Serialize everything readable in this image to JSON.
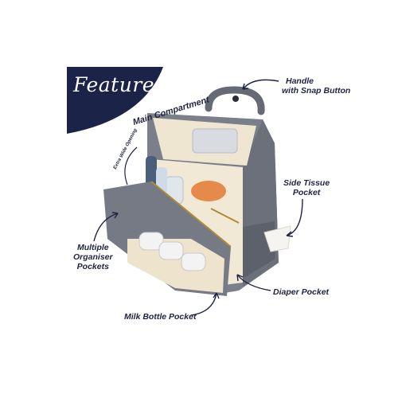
{
  "banner": {
    "title": "Features",
    "color": "#1b2348"
  },
  "labels": {
    "main_compartment": "Main Compartment",
    "extra_wide_opening": "Extra Wide Opening",
    "handle": "Handle",
    "handle_sub": "with Snap Button",
    "side_tissue_1": "Side Tissue",
    "side_tissue_2": "Pocket",
    "multiple_1": "Multiple",
    "multiple_2": "Organiser",
    "multiple_3": "Pockets",
    "diaper": "Diaper Pocket",
    "milk_bottle": "Milk Bottle Pocket"
  },
  "colors": {
    "bag_grey": "#7b7f8a",
    "bag_dark": "#5d616b",
    "lining": "#efe6d2",
    "text": "#1f2340"
  }
}
